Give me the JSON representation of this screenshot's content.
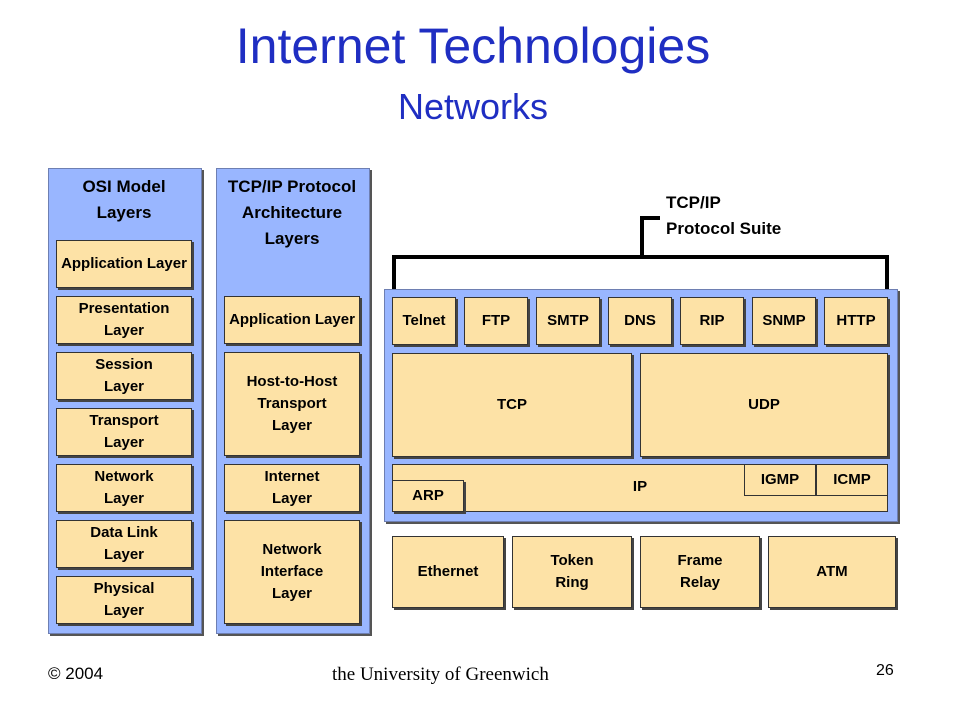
{
  "title": "Internet Technologies",
  "subtitle": "Networks",
  "osi": {
    "heading": "OSI Model Layers",
    "layers": [
      "Application Layer",
      "Presentation Layer",
      "Session Layer",
      "Transport Layer",
      "Network Layer",
      "Data Link Layer",
      "Physical Layer"
    ]
  },
  "tcpip_arch": {
    "heading": "TCP/IP Protocol Architecture Layers",
    "layers": [
      "Application Layer",
      "Host-to-Host Transport Layer",
      "Internet Layer",
      "Network Interface Layer"
    ]
  },
  "suite": {
    "label_line1": "TCP/IP",
    "label_line2": "Protocol Suite",
    "app_protocols": [
      "Telnet",
      "FTP",
      "SMTP",
      "DNS",
      "RIP",
      "SNMP",
      "HTTP"
    ],
    "transport": [
      "TCP",
      "UDP"
    ],
    "ip": "IP",
    "igmp": "IGMP",
    "icmp": "ICMP",
    "arp": "ARP",
    "network_interfaces": [
      "Ethernet",
      "Token Ring",
      "Frame Relay",
      "ATM"
    ]
  },
  "footer": {
    "copyright": "© 2004",
    "university": "the University of Greenwich",
    "page": "26"
  },
  "colors": {
    "title": "#1f2ec2",
    "panel": "#99b6ff",
    "box": "#fde2a6"
  }
}
